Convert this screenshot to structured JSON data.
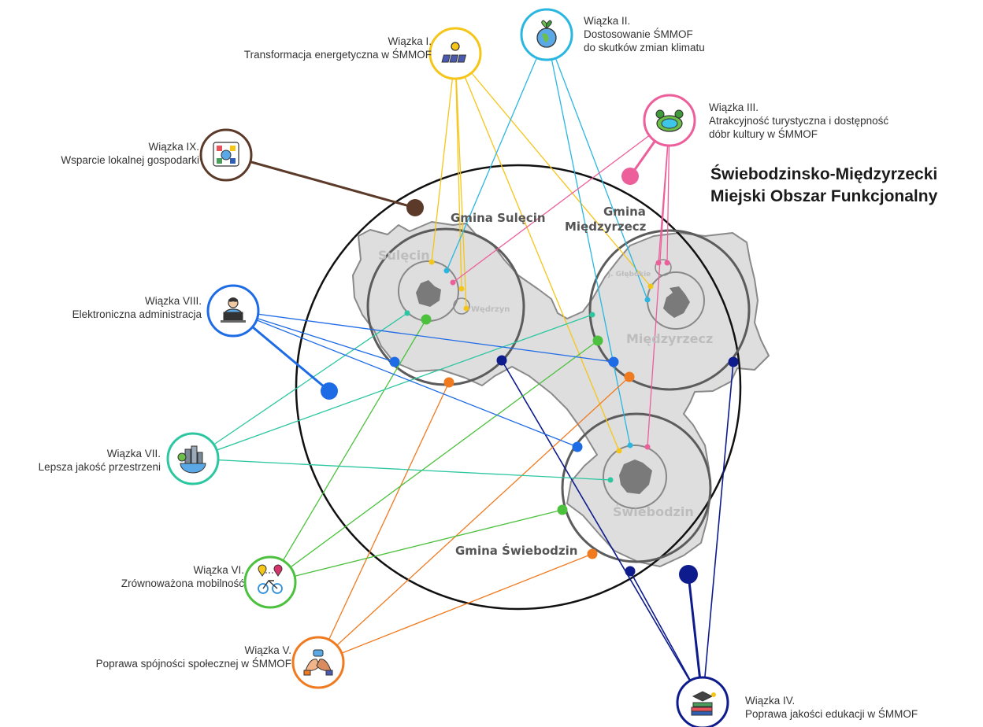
{
  "title": {
    "line1": "Świebodzinsko-Międzyrzecki",
    "line2": "Miejski Obszar Funkcjonalny"
  },
  "areas": {
    "gmina_sulecin": "Gmina Sulęcin",
    "gmina_miedzyrzecz_1": "Gmina",
    "gmina_miedzyrzecz_2": "Międzyrzecz",
    "gmina_swiebodzin": "Gmina Świebodzin"
  },
  "towns": {
    "sulecin": "Sulęcin",
    "miedzyrzecz": "Międzyrzecz",
    "swiebodzin": "Świebodzin",
    "wedrzyn": "Wędrzyn",
    "j_glebokie": "j. Głębokie"
  },
  "bundles": [
    {
      "id": "I",
      "title": "Wiązka I.",
      "desc": [
        "Transformacja energetyczna w ŚMMOF"
      ],
      "color": "#f5c518",
      "icon": "solar-panel-icon"
    },
    {
      "id": "II",
      "title": "Wiązka II.",
      "desc": [
        "Dostosowanie ŚMMOF",
        "do skutków zmian klimatu"
      ],
      "color": "#29b6e0",
      "icon": "earth-plant-icon"
    },
    {
      "id": "III",
      "title": "Wiązka III.",
      "desc": [
        "Atrakcyjność turystyczna i dostępność",
        "dóbr kultury w ŚMMOF"
      ],
      "color": "#ec5f9b",
      "icon": "lake-icon"
    },
    {
      "id": "IV",
      "title": "Wiązka IV.",
      "desc": [
        "Poprawa jakości edukacji w ŚMMOF"
      ],
      "color": "#0d1b8c",
      "icon": "books-graduation-icon"
    },
    {
      "id": "V",
      "title": "Wiązka V.",
      "desc": [
        "Poprawa spójności społecznej w ŚMMOF"
      ],
      "color": "#f07a1f",
      "icon": "handshake-icon"
    },
    {
      "id": "VI",
      "title": "Wiązka VI.",
      "desc": [
        "Zrównoważona mobilność"
      ],
      "color": "#4cc13d",
      "icon": "bicycle-route-icon"
    },
    {
      "id": "VII",
      "title": "Wiązka VII.",
      "desc": [
        "Lepsza jakość przestrzeni"
      ],
      "color": "#2cc6a0",
      "icon": "city-earth-icon"
    },
    {
      "id": "VIII",
      "title": "Wiązka VIII.",
      "desc": [
        "Elektroniczna administracja"
      ],
      "color": "#1e6be6",
      "icon": "computer-user-icon"
    },
    {
      "id": "IX",
      "title": "Wiązka IX.",
      "desc": [
        "Wsparcie lokalnej gospodarki"
      ],
      "color": "#5b3a29",
      "icon": "economy-cycle-icon"
    }
  ]
}
